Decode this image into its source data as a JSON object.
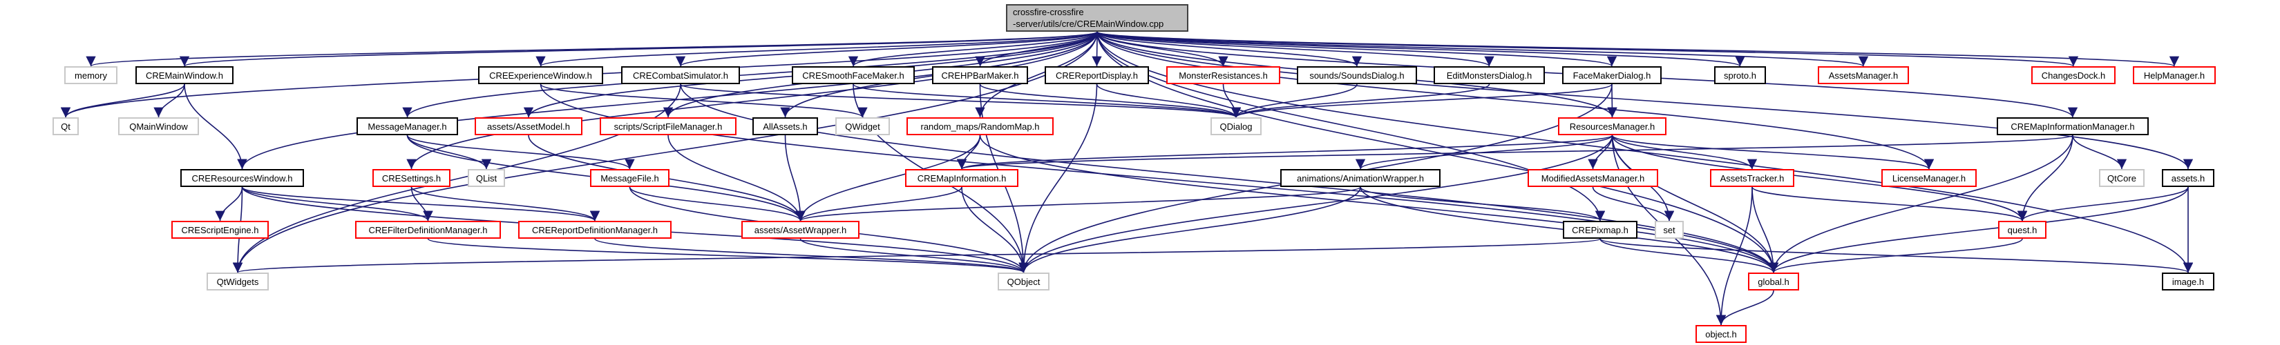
{
  "colors": {
    "edge": "#191970",
    "documented_border": "#000000",
    "incomplete_border": "#ff0000",
    "external_border": "#c8c8c8",
    "root_fill": "#bfbfbf"
  },
  "nodes": [
    {
      "id": "root",
      "label": "crossfire-crossfire\n-server/utils/cre/CREMainWindow.cpp",
      "style": "root"
    },
    {
      "id": "memory",
      "label": "memory",
      "style": "external"
    },
    {
      "id": "CREMainWindow",
      "label": "CREMainWindow.h",
      "style": "documented"
    },
    {
      "id": "CREExperienceWindow",
      "label": "CREExperienceWindow.h",
      "style": "documented"
    },
    {
      "id": "CRECombatSimulator",
      "label": "CRECombatSimulator.h",
      "style": "documented"
    },
    {
      "id": "CRESmoothFaceMaker",
      "label": "CRESmoothFaceMaker.h",
      "style": "documented"
    },
    {
      "id": "CREHPBarMaker",
      "label": "CREHPBarMaker.h",
      "style": "documented"
    },
    {
      "id": "CREReportDisplay",
      "label": "CREReportDisplay.h",
      "style": "documented"
    },
    {
      "id": "MonsterResistances",
      "label": "MonsterResistances.h",
      "style": "incomplete"
    },
    {
      "id": "SoundsDialog",
      "label": "sounds/SoundsDialog.h",
      "style": "documented"
    },
    {
      "id": "EditMonstersDialog",
      "label": "EditMonstersDialog.h",
      "style": "documented"
    },
    {
      "id": "FaceMakerDialog",
      "label": "FaceMakerDialog.h",
      "style": "documented"
    },
    {
      "id": "sproto",
      "label": "sproto.h",
      "style": "documented"
    },
    {
      "id": "AssetsManager",
      "label": "AssetsManager.h",
      "style": "incomplete"
    },
    {
      "id": "ChangesDock",
      "label": "ChangesDock.h",
      "style": "incomplete"
    },
    {
      "id": "HelpManager",
      "label": "HelpManager.h",
      "style": "incomplete"
    },
    {
      "id": "Qt",
      "label": "Qt",
      "style": "external"
    },
    {
      "id": "QMainWindow",
      "label": "QMainWindow",
      "style": "external"
    },
    {
      "id": "MessageManager",
      "label": "MessageManager.h",
      "style": "documented"
    },
    {
      "id": "AssetModel",
      "label": "assets/AssetModel.h",
      "style": "incomplete"
    },
    {
      "id": "ScriptFileManager",
      "label": "scripts/ScriptFileManager.h",
      "style": "incomplete"
    },
    {
      "id": "AllAssets",
      "label": "AllAssets.h",
      "style": "documented"
    },
    {
      "id": "QWidget",
      "label": "QWidget",
      "style": "external"
    },
    {
      "id": "RandomMap",
      "label": "random_maps/RandomMap.h",
      "style": "incomplete"
    },
    {
      "id": "QDialog",
      "label": "QDialog",
      "style": "external"
    },
    {
      "id": "ResourcesManager",
      "label": "ResourcesManager.h",
      "style": "incomplete"
    },
    {
      "id": "CREMapInformationManager",
      "label": "CREMapInformationManager.h",
      "style": "documented"
    },
    {
      "id": "CREResourcesWindow",
      "label": "CREResourcesWindow.h",
      "style": "documented"
    },
    {
      "id": "CRESettings",
      "label": "CRESettings.h",
      "style": "incomplete"
    },
    {
      "id": "QList",
      "label": "QList",
      "style": "external"
    },
    {
      "id": "MessageFile",
      "label": "MessageFile.h",
      "style": "incomplete"
    },
    {
      "id": "CREMapInformation",
      "label": "CREMapInformation.h",
      "style": "incomplete"
    },
    {
      "id": "AnimationWrapper",
      "label": "animations/AnimationWrapper.h",
      "style": "documented"
    },
    {
      "id": "ModifiedAssetsManager",
      "label": "ModifiedAssetsManager.h",
      "style": "incomplete"
    },
    {
      "id": "AssetsTracker",
      "label": "AssetsTracker.h",
      "style": "incomplete"
    },
    {
      "id": "LicenseManager",
      "label": "LicenseManager.h",
      "style": "incomplete"
    },
    {
      "id": "QtCore",
      "label": "QtCore",
      "style": "external"
    },
    {
      "id": "assets",
      "label": "assets.h",
      "style": "documented"
    },
    {
      "id": "CREScriptEngine",
      "label": "CREScriptEngine.h",
      "style": "incomplete"
    },
    {
      "id": "CREFilterDefinitionManager",
      "label": "CREFilterDefinitionManager.h",
      "style": "incomplete"
    },
    {
      "id": "CREReportDefinitionManager",
      "label": "CREReportDefinitionManager.h",
      "style": "incomplete"
    },
    {
      "id": "AssetWrapper",
      "label": "assets/AssetWrapper.h",
      "style": "incomplete"
    },
    {
      "id": "CREPixmap",
      "label": "CREPixmap.h",
      "style": "documented"
    },
    {
      "id": "set",
      "label": "set",
      "style": "external"
    },
    {
      "id": "quest",
      "label": "quest.h",
      "style": "incomplete"
    },
    {
      "id": "QtWidgets",
      "label": "QtWidgets",
      "style": "external"
    },
    {
      "id": "QObject",
      "label": "QObject",
      "style": "external"
    },
    {
      "id": "global",
      "label": "global.h",
      "style": "incomplete"
    },
    {
      "id": "image",
      "label": "image.h",
      "style": "documented"
    },
    {
      "id": "object",
      "label": "object.h",
      "style": "incomplete"
    }
  ],
  "edges": [
    [
      "root",
      "memory"
    ],
    [
      "root",
      "CREMainWindow"
    ],
    [
      "root",
      "Qt"
    ],
    [
      "root",
      "QtWidgets"
    ],
    [
      "root",
      "CREResourcesWindow"
    ],
    [
      "root",
      "CREExperienceWindow"
    ],
    [
      "root",
      "CRECombatSimulator"
    ],
    [
      "root",
      "MessageManager"
    ],
    [
      "root",
      "AssetModel"
    ],
    [
      "root",
      "ScriptFileManager"
    ],
    [
      "root",
      "AllAssets"
    ],
    [
      "root",
      "CRESettings"
    ],
    [
      "root",
      "RandomMap"
    ],
    [
      "root",
      "CRESmoothFaceMaker"
    ],
    [
      "root",
      "CREHPBarMaker"
    ],
    [
      "root",
      "CREReportDisplay"
    ],
    [
      "root",
      "MonsterResistances"
    ],
    [
      "root",
      "SoundsDialog"
    ],
    [
      "root",
      "EditMonstersDialog"
    ],
    [
      "root",
      "FaceMakerDialog"
    ],
    [
      "root",
      "sproto"
    ],
    [
      "root",
      "AssetsManager"
    ],
    [
      "root",
      "ChangesDock"
    ],
    [
      "root",
      "HelpManager"
    ],
    [
      "root",
      "ResourcesManager"
    ],
    [
      "root",
      "CREMapInformationManager"
    ],
    [
      "root",
      "LicenseManager"
    ],
    [
      "root",
      "assets"
    ],
    [
      "root",
      "image"
    ],
    [
      "root",
      "global"
    ],
    [
      "root",
      "CREPixmap"
    ],
    [
      "CREMainWindow",
      "Qt"
    ],
    [
      "CREMainWindow",
      "QMainWindow"
    ],
    [
      "CREMainWindow",
      "CREResourcesWindow"
    ],
    [
      "CREResourcesWindow",
      "QtWidgets"
    ],
    [
      "CREResourcesWindow",
      "CREScriptEngine"
    ],
    [
      "CREResourcesWindow",
      "CREFilterDefinitionManager"
    ],
    [
      "CREResourcesWindow",
      "CREReportDefinitionManager"
    ],
    [
      "CREResourcesWindow",
      "QObject"
    ],
    [
      "CRESettings",
      "CREFilterDefinitionManager"
    ],
    [
      "CRESettings",
      "CREReportDefinitionManager"
    ],
    [
      "CREFilterDefinitionManager",
      "QObject"
    ],
    [
      "CREReportDefinitionManager",
      "QObject"
    ],
    [
      "CREExperienceWindow",
      "QWidget"
    ],
    [
      "CREExperienceWindow",
      "global"
    ],
    [
      "CRECombatSimulator",
      "QtWidgets"
    ],
    [
      "CRECombatSimulator",
      "QDialog"
    ],
    [
      "CRECombatSimulator",
      "global"
    ],
    [
      "MessageManager",
      "QList"
    ],
    [
      "MessageManager",
      "MessageFile"
    ],
    [
      "MessageManager",
      "AssetWrapper"
    ],
    [
      "MessageFile",
      "QObject"
    ],
    [
      "MessageFile",
      "AssetWrapper"
    ],
    [
      "AssetModel",
      "AssetWrapper"
    ],
    [
      "ScriptFileManager",
      "AssetWrapper"
    ],
    [
      "AllAssets",
      "AssetWrapper"
    ],
    [
      "RandomMap",
      "AssetWrapper"
    ],
    [
      "RandomMap",
      "CREMapInformation"
    ],
    [
      "RandomMap",
      "global"
    ],
    [
      "CREMapInformation",
      "AssetWrapper"
    ],
    [
      "CREMapInformation",
      "QObject"
    ],
    [
      "AssetWrapper",
      "QObject"
    ],
    [
      "CRESmoothFaceMaker",
      "QDialog"
    ],
    [
      "CRESmoothFaceMaker",
      "QObject"
    ],
    [
      "CREHPBarMaker",
      "QDialog"
    ],
    [
      "CREHPBarMaker",
      "QObject"
    ],
    [
      "CREReportDisplay",
      "QDialog"
    ],
    [
      "CREReportDisplay",
      "QObject"
    ],
    [
      "MonsterResistances",
      "QDialog"
    ],
    [
      "SoundsDialog",
      "QDialog"
    ],
    [
      "EditMonstersDialog",
      "QDialog"
    ],
    [
      "FaceMakerDialog",
      "QDialog"
    ],
    [
      "FaceMakerDialog",
      "ResourcesManager"
    ],
    [
      "FaceMakerDialog",
      "QObject"
    ],
    [
      "ResourcesManager",
      "CREMapInformation"
    ],
    [
      "ResourcesManager",
      "AnimationWrapper"
    ],
    [
      "ResourcesManager",
      "ModifiedAssetsManager"
    ],
    [
      "ResourcesManager",
      "AssetsTracker"
    ],
    [
      "ResourcesManager",
      "LicenseManager"
    ],
    [
      "ResourcesManager",
      "quest"
    ],
    [
      "ResourcesManager",
      "global"
    ],
    [
      "ResourcesManager",
      "object"
    ],
    [
      "ResourcesManager",
      "QObject"
    ],
    [
      "ResourcesManager",
      "set"
    ],
    [
      "AnimationWrapper",
      "AssetWrapper"
    ],
    [
      "AnimationWrapper",
      "QObject"
    ],
    [
      "AnimationWrapper",
      "CREPixmap"
    ],
    [
      "AnimationWrapper",
      "global"
    ],
    [
      "ModifiedAssetsManager",
      "set"
    ],
    [
      "AssetsTracker",
      "quest"
    ],
    [
      "AssetsTracker",
      "global"
    ],
    [
      "AssetsTracker",
      "object"
    ],
    [
      "CREPixmap",
      "QtWidgets"
    ],
    [
      "CREPixmap",
      "global"
    ],
    [
      "CREPixmap",
      "image"
    ],
    [
      "quest",
      "global"
    ],
    [
      "global",
      "object"
    ],
    [
      "CREMapInformationManager",
      "CREMapInformation"
    ],
    [
      "CREMapInformationManager",
      "QtCore"
    ],
    [
      "CREMapInformationManager",
      "quest"
    ],
    [
      "CREMapInformationManager",
      "global"
    ],
    [
      "assets",
      "quest"
    ],
    [
      "assets",
      "global"
    ],
    [
      "assets",
      "image"
    ]
  ]
}
